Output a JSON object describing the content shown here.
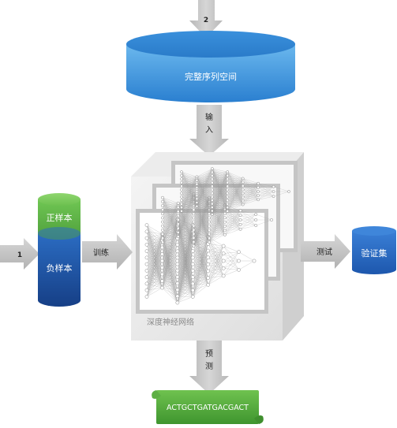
{
  "arrows": {
    "top_number": "2",
    "left_number": "1",
    "input_label_chars": [
      "输",
      "入"
    ],
    "train_label": "训练",
    "test_label": "测试",
    "predict_label_chars": [
      "预",
      "测"
    ]
  },
  "full_sequence_space": {
    "label": "完整序列空间"
  },
  "training_cylinder": {
    "positive_label": "正样本",
    "negative_label": "负样本"
  },
  "dnn_box": {
    "label": "深度神经网络"
  },
  "validation_set": {
    "label": "验证集"
  },
  "output_sequence": {
    "label": "ACTGCTGATGACGACT"
  },
  "colors": {
    "blue_top": "#2f86d8",
    "blue_side": "#5aaee6",
    "green": "#4aa83b",
    "green_light": "#8cd070",
    "dark_blue": "#1d4f9a",
    "arrow_grey": "#c4c4c4"
  }
}
